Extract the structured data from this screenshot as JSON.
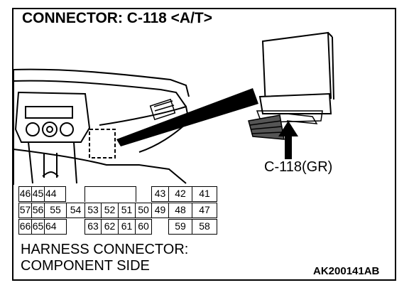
{
  "title": "CONNECTOR: C-118 <A/T>",
  "callout_label": "C-118(GR)",
  "harness_line1": "HARNESS CONNECTOR:",
  "harness_line2": "COMPONENT SIDE",
  "figure_code": "AK200141AB",
  "pins": {
    "row1": [
      "46",
      "45",
      "44",
      "43",
      "42",
      "41"
    ],
    "row2": [
      "57",
      "56",
      "55",
      "54",
      "53",
      "52",
      "51",
      "50",
      "49",
      "48",
      "47"
    ],
    "row3": [
      "66",
      "65",
      "64",
      "63",
      "62",
      "61",
      "60",
      "59",
      "58"
    ]
  }
}
